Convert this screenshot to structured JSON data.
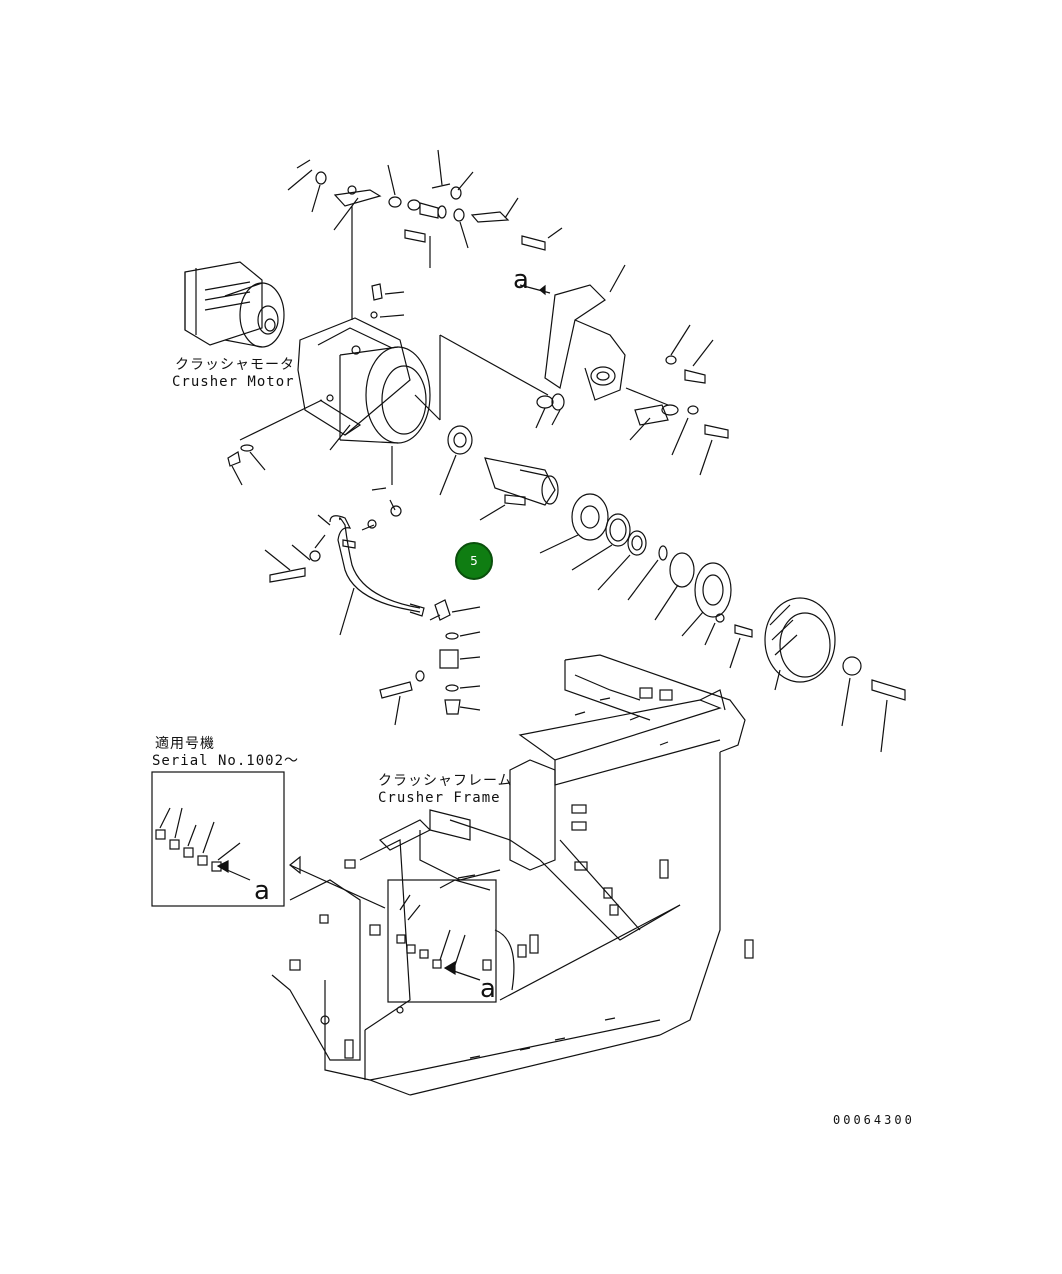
{
  "labels": {
    "motor_jp": "クラッシャモータ",
    "motor_en": "Crusher Motor",
    "frame_jp": "クラッシャフレーム",
    "frame_en": "Crusher Frame",
    "serial_jp": "適用号機",
    "serial_en": "Serial No.1002～",
    "ref_a": "a",
    "drawing_number": "00064300"
  },
  "marker": {
    "number": "5",
    "color": "#0f7d12"
  },
  "line_color": "#111111"
}
